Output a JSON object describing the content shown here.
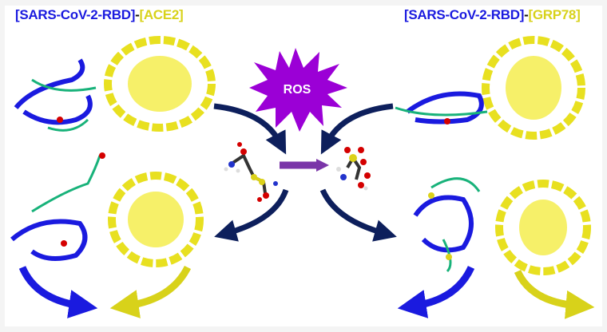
{
  "left_title": {
    "part1": "[SARS-CoV-2-RBD]",
    "sep": "-",
    "part2": "[ACE2]"
  },
  "right_title": {
    "part1": "[SARS-CoV-2-RBD]",
    "sep": "-",
    "part2": "[GRP78]"
  },
  "ros_label": "ROS",
  "colors": {
    "rbd": "#1a1adf",
    "receptor": "#d8d21a",
    "ros": "#9b00d6",
    "arrow": "#0d1f5c",
    "conversion_arrow": "#7a35a8"
  }
}
